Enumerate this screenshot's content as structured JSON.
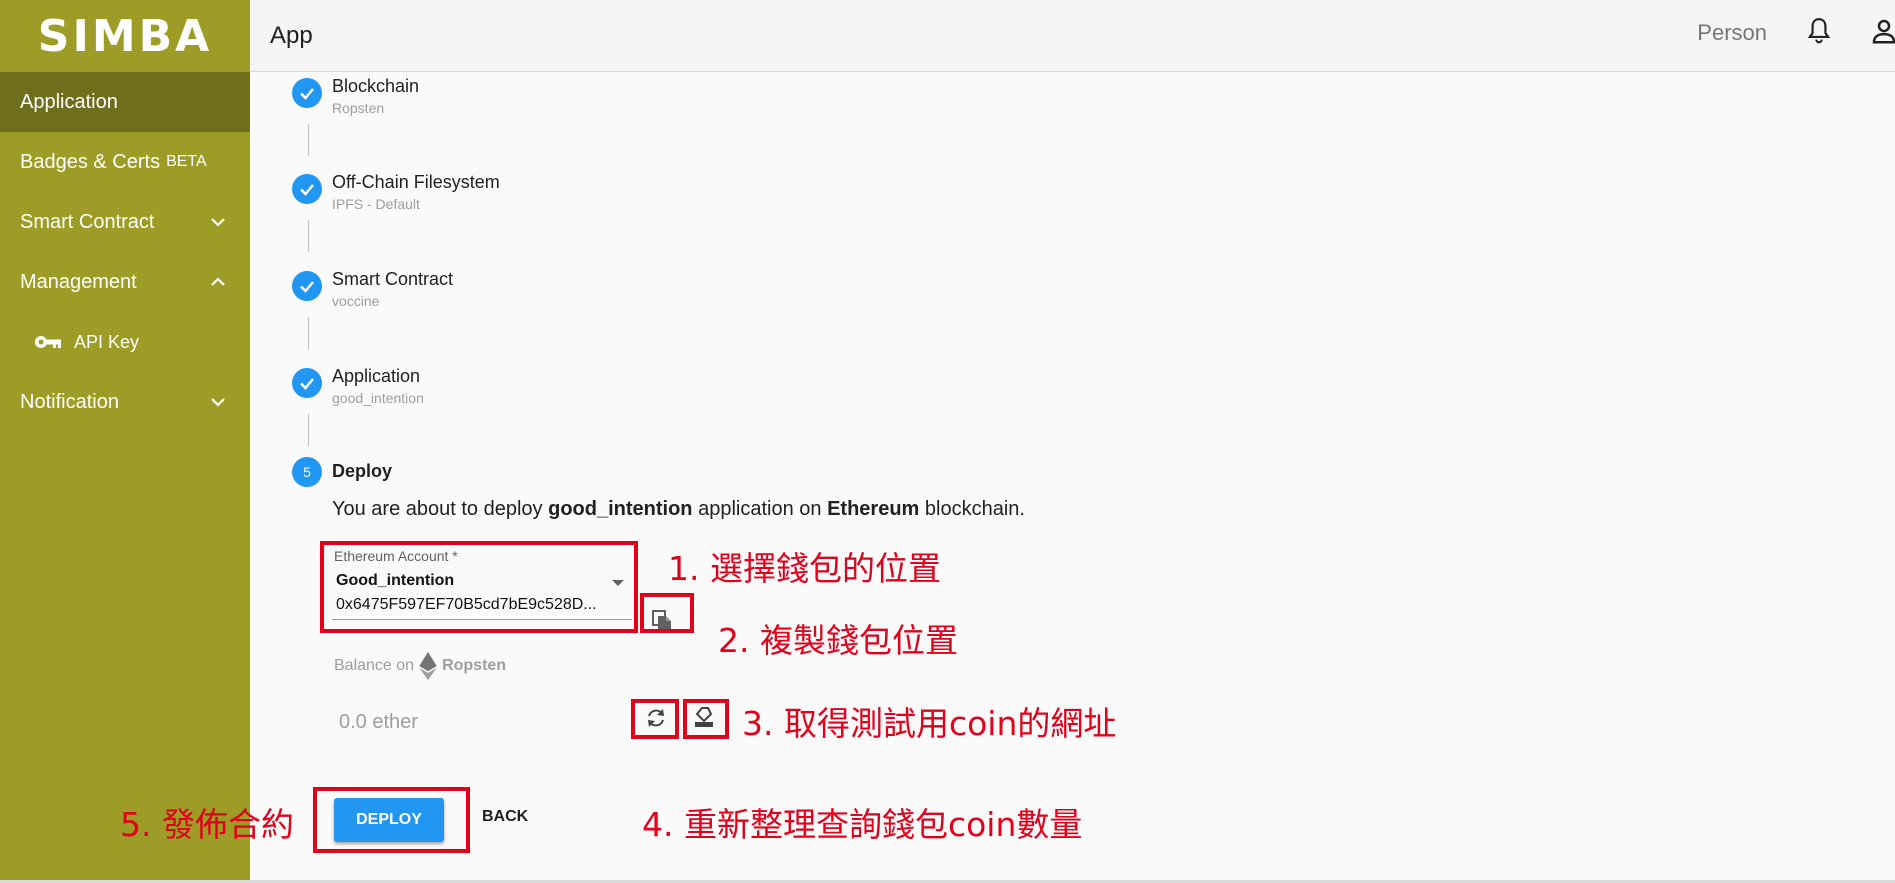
{
  "brand": {
    "logo": "SIMBA",
    "sidebar_color": "#9c9c26",
    "accent": "#2196f3",
    "annotation_color": "#e3001b"
  },
  "sidebar": {
    "items": [
      {
        "label": "Application",
        "active": true
      },
      {
        "label": "Badges & Certs",
        "badge": "BETA"
      },
      {
        "label": "Smart Contract",
        "chevron": "down"
      },
      {
        "label": "Management",
        "chevron": "up"
      },
      {
        "label": "API Key",
        "icon": "key-icon",
        "sub": true
      },
      {
        "label": "Notification",
        "chevron": "down"
      }
    ]
  },
  "header": {
    "title": "App",
    "user": "Person"
  },
  "steps": [
    {
      "title": "Blockchain",
      "sub": "Ropsten"
    },
    {
      "title": "Off-Chain Filesystem",
      "sub": "IPFS - Default"
    },
    {
      "title": "Smart Contract",
      "sub": "voccine"
    },
    {
      "title": "Application",
      "sub": "good_intention"
    },
    {
      "number": "5",
      "title": "Deploy"
    }
  ],
  "deploy": {
    "text_pre": "You are about to deploy ",
    "app_name": "good_intention",
    "text_mid": " application on ",
    "chain": "Ethereum",
    "text_post": " blockchain.",
    "account_label": "Ethereum Account *",
    "account_name": "Good_intention",
    "account_address": "0x6475F597EF70B5cd7bE9c528D...",
    "balance_label": "Balance on",
    "balance_network": "Ropsten",
    "balance_value": "0.0 ether",
    "deploy_button": "DEPLOY",
    "back_button": "BACK"
  },
  "annotations": {
    "n1": "1. 選擇錢包的位置",
    "n2": "2. 複製錢包位置",
    "n3": "3. 取得測試用coin的網址",
    "n4": "4. 重新整理查詢錢包coin數量",
    "n5": "5. 發佈合約"
  }
}
